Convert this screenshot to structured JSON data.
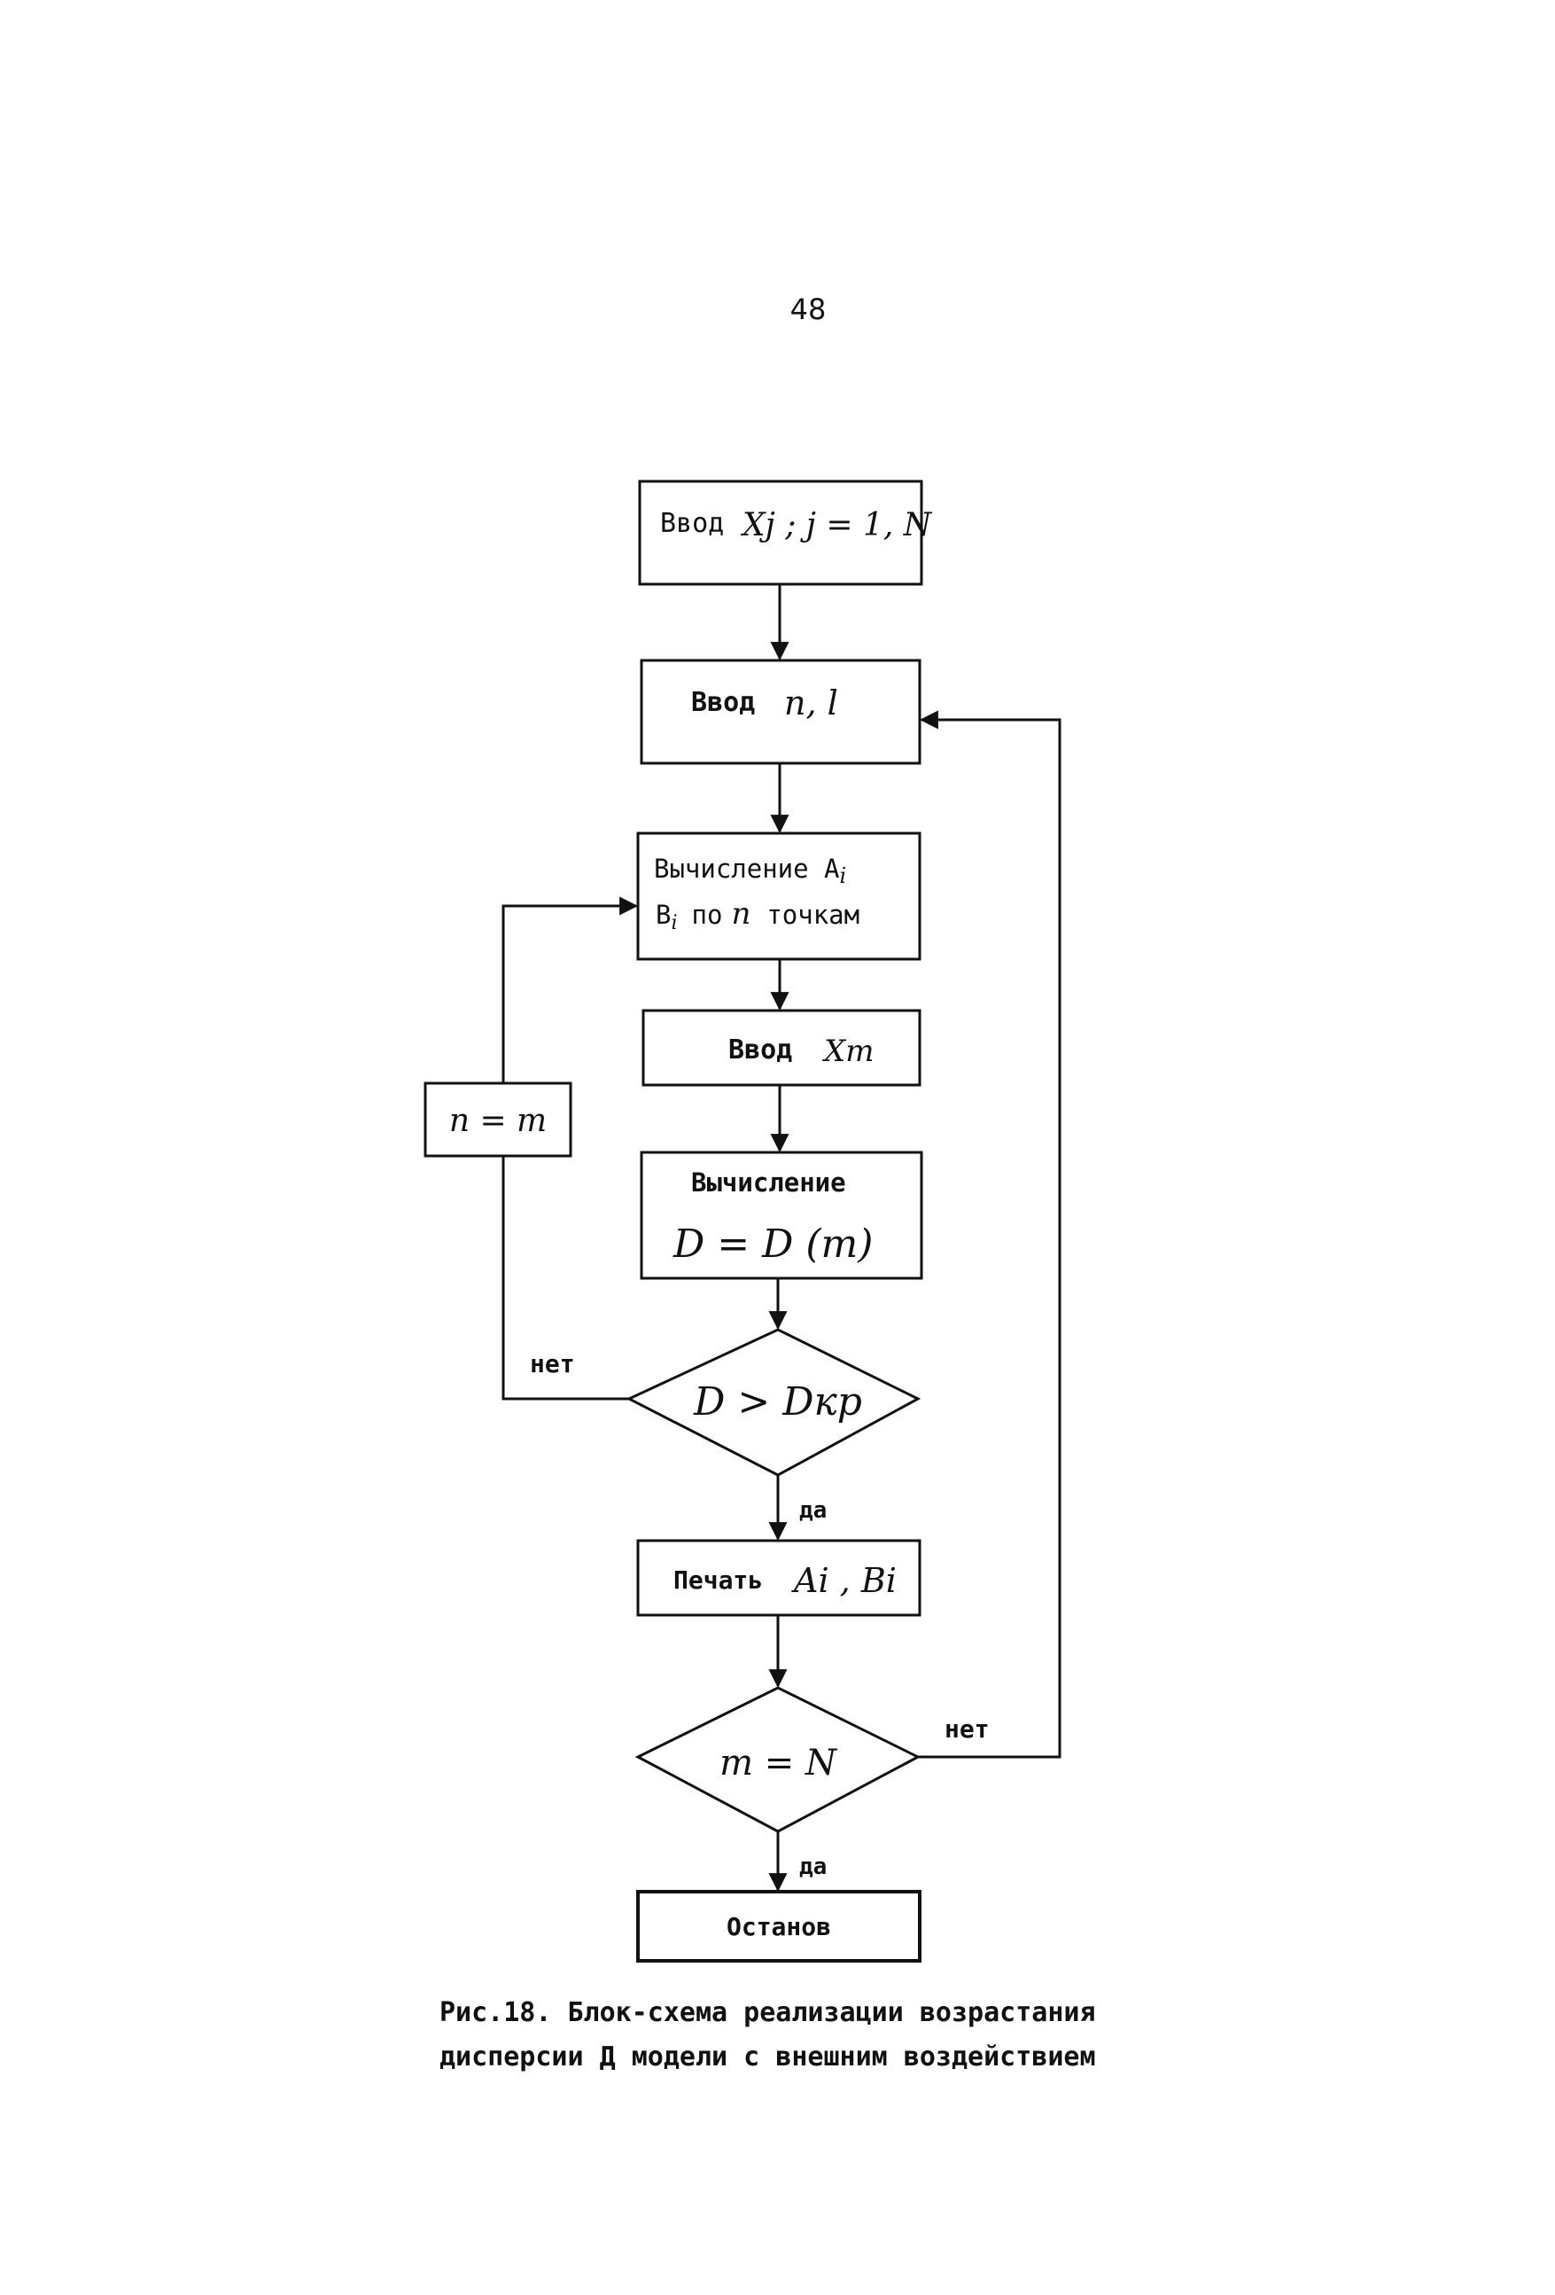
{
  "page_number": "48",
  "blocks": {
    "input_x": {
      "word": "Ввод",
      "expr": "Xj ; j = 1, N"
    },
    "input_n": {
      "word": "Ввод",
      "expr": "n, l"
    },
    "compute_ab": {
      "line1": "Вычисление A",
      "line1_sub": "i",
      "line2_b": "B",
      "line2_sub": "i",
      "line2_rest": "по",
      "line2_n": "n",
      "line2_end": "точкам"
    },
    "input_xm": {
      "word": "Ввод",
      "expr": "Xm"
    },
    "compute_d": {
      "line1": "Вычисление",
      "expr": "D = D (m)"
    },
    "decision_d": {
      "expr": "D > Dкр"
    },
    "print_ab": {
      "word": "Печать",
      "expr": "Ai , Bi"
    },
    "decision_m": {
      "expr": "m = N"
    },
    "stop": {
      "word": "Останов"
    },
    "n_equals_m": {
      "expr": "n = m"
    }
  },
  "edge_labels": {
    "no_d": "нет",
    "yes_d": "да",
    "no_m": "нет",
    "yes_m": "да"
  },
  "caption": {
    "line1": "Рис.18. Блок-схема реализации возрастания",
    "line2": "дисперсии Д модели с внешним воздействием"
  }
}
